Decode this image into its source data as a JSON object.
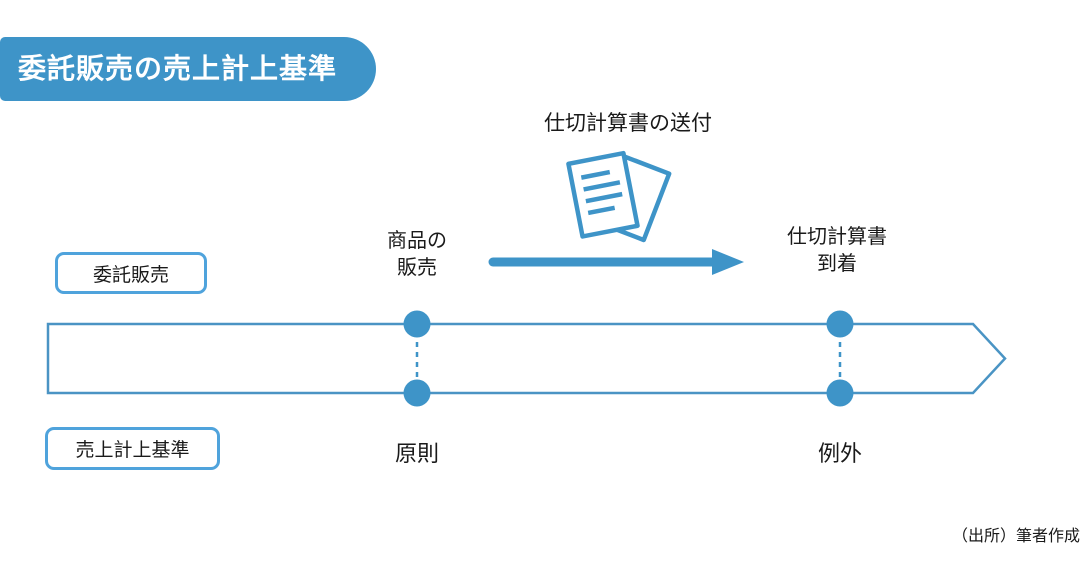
{
  "title": "委託販売の売上計上基準",
  "annotation": {
    "label": "仕切計算書の送付",
    "icon": "documents-icon"
  },
  "row_consignment": {
    "box_label": "委託販売",
    "event_start_line1": "商品の",
    "event_start_line2": "販売",
    "event_end_line1": "仕切計算書",
    "event_end_line2": "到着"
  },
  "row_criteria": {
    "box_label": "売上計上基準",
    "marker_principle": "原則",
    "marker_exception": "例外"
  },
  "source_note": "（出所）筆者作成",
  "colors": {
    "brand_blue": "#3E94C8",
    "box_border_blue": "#4FA3DC",
    "banner_stroke": "#4A94C4",
    "text": "#1a1a1a",
    "badge_text": "#ffffff"
  }
}
